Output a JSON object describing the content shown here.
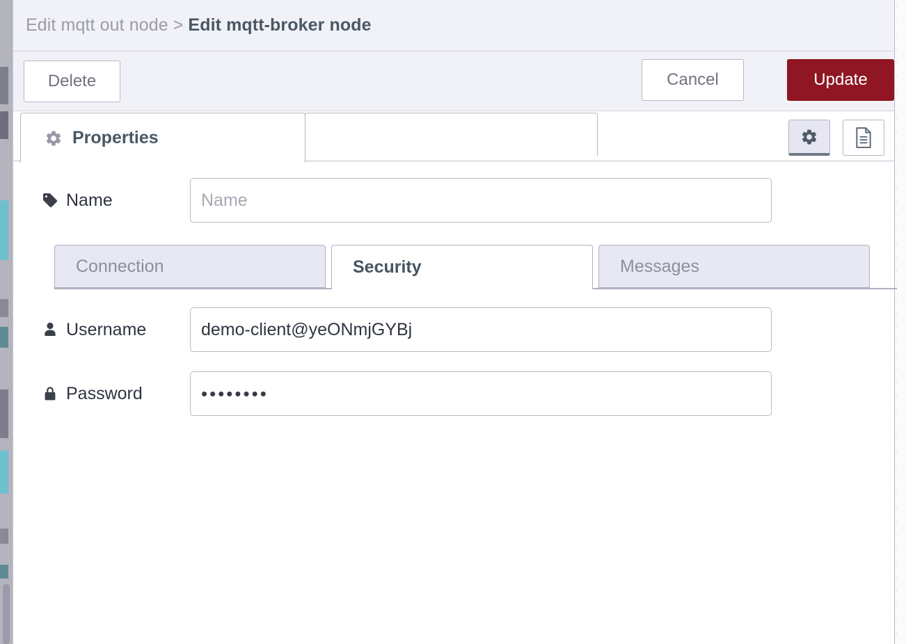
{
  "header": {
    "breadcrumb_parent": "Edit mqtt out node",
    "breadcrumb_separator": ">",
    "breadcrumb_current": "Edit mqtt-broker node"
  },
  "toolbar": {
    "delete_label": "Delete",
    "cancel_label": "Cancel",
    "update_label": "Update",
    "update_color": "#8f1622"
  },
  "tabs": {
    "properties_label": "Properties",
    "properties_icon": "gear-icon",
    "edit_icon": "gear-icon",
    "description_icon": "document-icon"
  },
  "form": {
    "name": {
      "label": "Name",
      "icon": "tag-icon",
      "value": "",
      "placeholder": "Name"
    },
    "username": {
      "label": "Username",
      "icon": "user-icon",
      "value": "demo-client@yeONmjGYBj",
      "placeholder": ""
    },
    "password": {
      "label": "Password",
      "icon": "lock-icon",
      "value": "••••••••",
      "placeholder": ""
    }
  },
  "subtabs": [
    {
      "label": "Connection",
      "active": false
    },
    {
      "label": "Security",
      "active": true
    },
    {
      "label": "Messages",
      "active": false
    }
  ]
}
